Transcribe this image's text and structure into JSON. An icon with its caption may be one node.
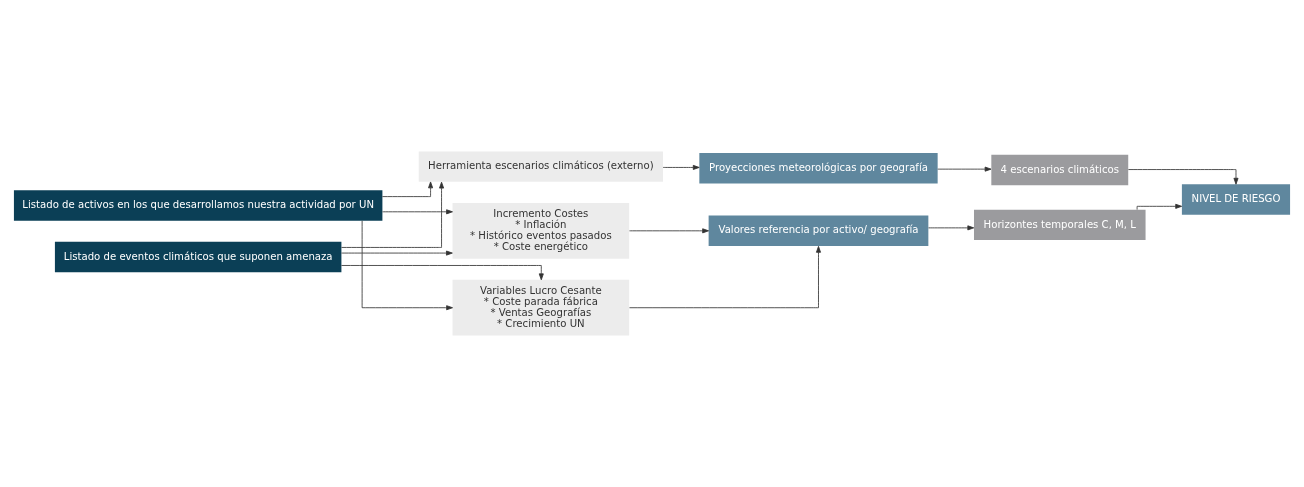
{
  "diagram": {
    "nodes": [
      {
        "text": [
          "Listado de activos en los que desarrollamos nuestra actividad por UN"
        ]
      },
      {
        "text": [
          "Listado de eventos climáticos que suponen amenaza"
        ]
      },
      {
        "text": [
          "Herramienta escenarios climáticos (externo)"
        ]
      },
      {
        "text": [
          "Variables Lucro Cesante",
          "* Coste parada fábrica",
          "* Ventas Geografías",
          "* Crecimiento UN"
        ]
      },
      {
        "text": [
          "Incremento Costes",
          "* Inflación",
          "* Histórico eventos pasados",
          "* Coste energético"
        ]
      },
      {
        "text": [
          "Proyecciones meteorológicas por geografía"
        ]
      },
      {
        "text": [
          "Valores referencia por activo/ geografía"
        ]
      },
      {
        "text": [
          "4 escenarios climáticos"
        ]
      },
      {
        "text": [
          "Horizontes temporales C, M, L"
        ]
      },
      {
        "text": [
          "NIVEL DE RIESGO"
        ]
      }
    ],
    "edges": [
      {
        "from": 0,
        "to": 2,
        "arrow": "to"
      },
      {
        "from": 0,
        "to": 3,
        "arrow": "to"
      },
      {
        "from": 0,
        "to": 4,
        "arrow": "to"
      },
      {
        "from": 1,
        "to": 2,
        "arrow": "to"
      },
      {
        "from": 1,
        "to": 3,
        "arrow": "to"
      },
      {
        "from": 1,
        "to": 4,
        "arrow": "to"
      },
      {
        "from": 2,
        "to": 5,
        "arrow": "to"
      },
      {
        "from": 5,
        "to": 7,
        "arrow": "to"
      },
      {
        "from": 3,
        "to": 6,
        "arrow": "to"
      },
      {
        "from": 4,
        "to": 6,
        "arrow": "to"
      },
      {
        "from": 6,
        "to": 8,
        "arrow": "to"
      },
      {
        "from": 7,
        "to": 9,
        "arrow": "to"
      },
      {
        "from": 8,
        "to": 9,
        "arrow": "to"
      }
    ]
  }
}
